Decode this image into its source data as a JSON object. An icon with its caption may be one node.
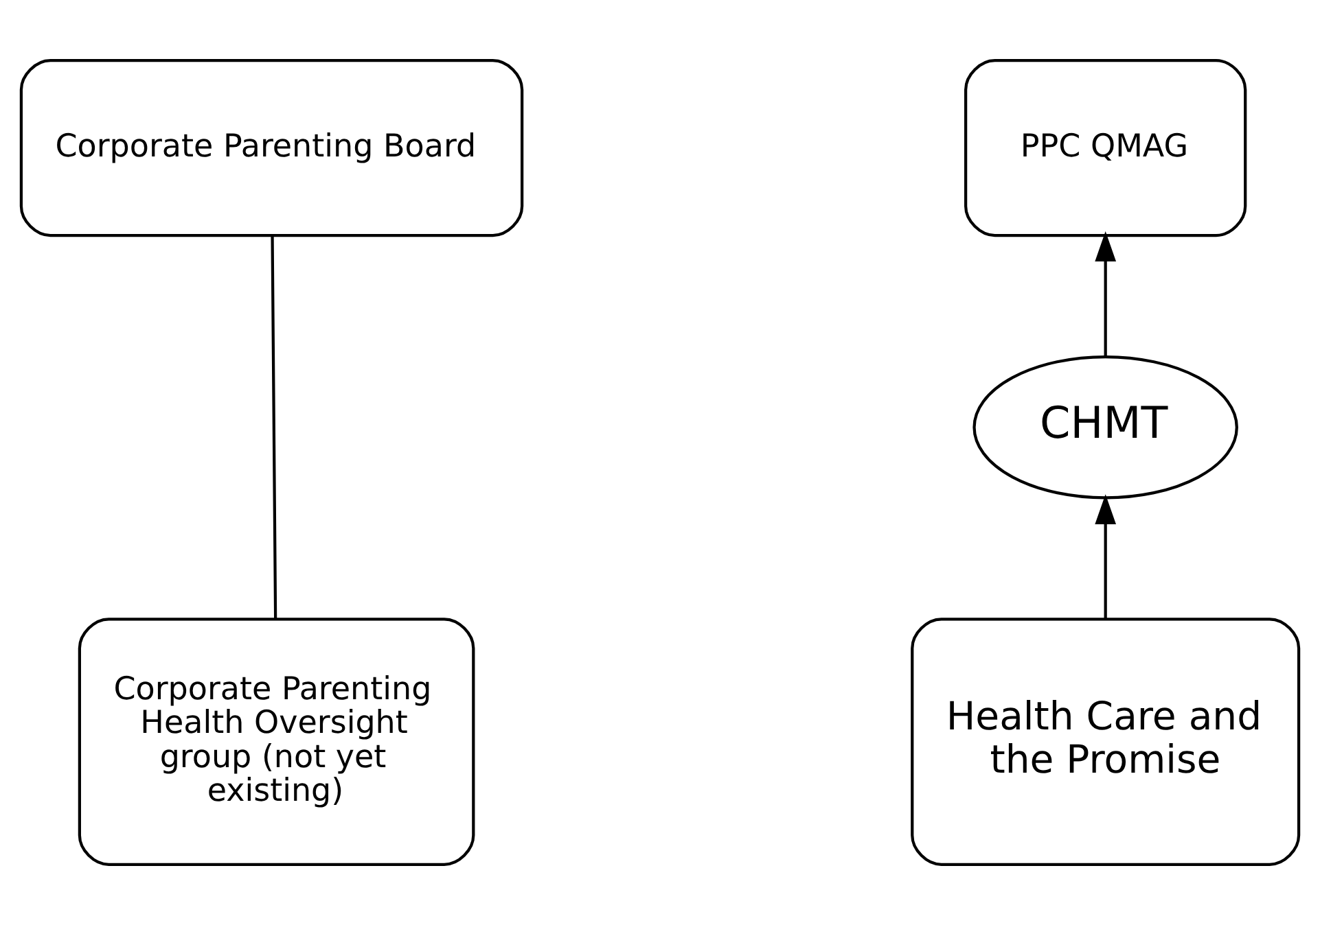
{
  "diagram": {
    "nodes": [
      {
        "text": [
          "Corporate Parenting Board"
        ]
      },
      {
        "text": [
          "Corporate Parenting Health Oversight group (*not yet existing*)"
        ]
      },
      {
        "text": [
          "PPC QMAG"
        ]
      },
      {
        "text": [
          "CHMT"
        ]
      },
      {
        "text": [
          "Health Care and the Promise"
        ]
      }
    ],
    "edges": [
      {
        "from": 0,
        "to": 1,
        "arrow": "none"
      },
      {
        "from": 4,
        "to": 3,
        "arrow": "to"
      },
      {
        "from": 3,
        "to": 2,
        "arrow": "to"
      }
    ]
  }
}
